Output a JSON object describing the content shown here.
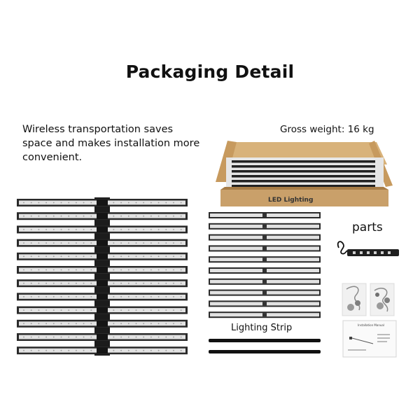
{
  "title": "Packaging Detail",
  "description": "Wireless transportation saves space and makes installation more convenient.",
  "gross_weight": "Gross weight: 16 kg",
  "box_label": "LED Lighting",
  "parts_label": "parts",
  "strip_label": "Lighting Strip",
  "manual_title": "Installation Manual",
  "colors": {
    "bar_frame": "#2a2a2a",
    "bar_face": "#dcdcdc",
    "box": "#c9a06a",
    "box_dark": "#a77c46"
  }
}
